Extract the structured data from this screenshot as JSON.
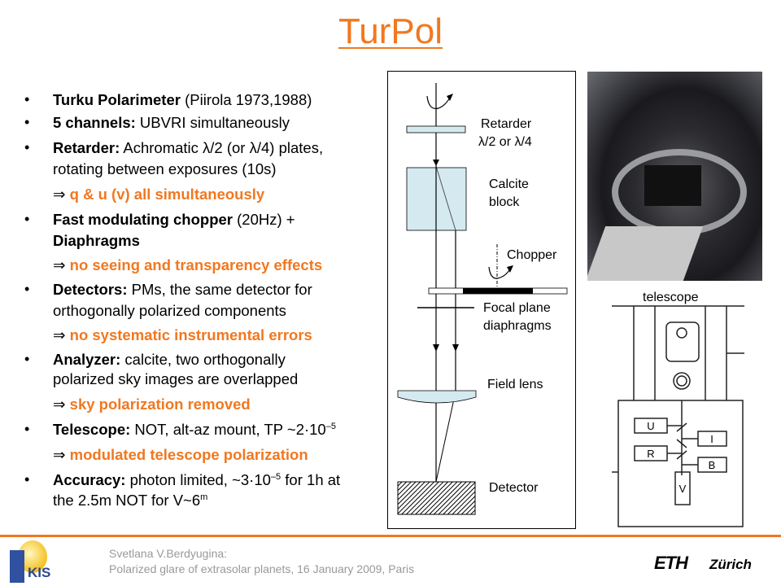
{
  "title": "TurPol",
  "bullets": [
    {
      "bold": "Turku Polarimeter",
      "text": " (Piirola 1973,1988)"
    },
    {
      "bold": "5 channels:",
      "text": " UBVRI simultaneously"
    },
    {
      "bold": "Retarder:",
      "text": " Achromatic λ/2 (or λ/4) plates,",
      "cont": "rotating between exposures (10s)",
      "result": "q & u (v) all simultaneously"
    },
    {
      "bold": "Fast modulating chopper",
      "text": " (20Hz) +",
      "cont_bold": "Diaphragms",
      "result": "no seeing and transparency effects"
    },
    {
      "bold": "Detectors:",
      "text": " PMs, the same detector for",
      "cont": "orthogonally polarized components",
      "result": "no systematic instrumental errors"
    },
    {
      "bold": "Analyzer:",
      "text": " calcite, two orthogonally",
      "cont": "polarized sky images are overlapped",
      "result": "sky polarization removed"
    },
    {
      "bold": "Telescope:",
      "text": " NOT, alt-az mount, TP ~2·10",
      "sup": "–5",
      "result": "modulated telescope polarization"
    },
    {
      "bold": "Accuracy:",
      "text": " photon limited, ~3·10",
      "sup": "–5",
      "text2": " for 1h at",
      "cont": "the 2.5m NOT for V~6",
      "cont_sup": "m"
    }
  ],
  "bullet_symbol": "•",
  "implies_symbol": "⇒",
  "diagram": {
    "retarder": "Retarder",
    "retarder2": "λ/2 or λ/4",
    "calcite": "Calcite",
    "calcite2": "block",
    "chopper": "Chopper",
    "focal": "Focal plane",
    "focal2": "diaphragms",
    "field_lens": "Field lens",
    "detector": "Detector"
  },
  "schematic": {
    "label": "telescope",
    "channels": [
      "U",
      "I",
      "R",
      "B",
      "V"
    ]
  },
  "footer": {
    "author": "Svetlana V.Berdyugina:",
    "talk": "Polarized glare of extrasolar planets, 16 January 2009, Paris",
    "kis_logo": "KIS",
    "eth_logo": "ETH",
    "eth_city": "Zürich"
  },
  "colors": {
    "accent": "#f07820"
  }
}
